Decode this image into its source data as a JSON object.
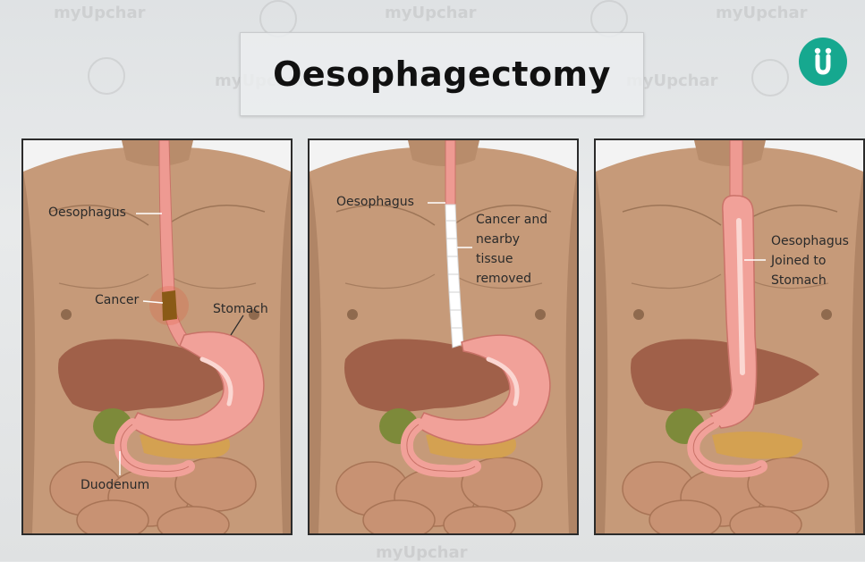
{
  "title": "Oesophagectomy",
  "watermark_text": "myUpchar",
  "colors": {
    "skin": "#c69a79",
    "skin_shadow": "#b08566",
    "liver": "#9c5b45",
    "stomach": "#f1a199",
    "stomach_highlight": "#fbd7d2",
    "oesophagus": "#ee9a92",
    "cancer": "#8a5a16",
    "removed_section": "#ffffff",
    "gallbladder": "#7d8a3a",
    "pancreas": "#d6a24a",
    "intestine": "#c69070",
    "logo": "#16a88f",
    "border": "#2b2b2b"
  },
  "panels": [
    {
      "labels": {
        "oesophagus": "Oesophagus",
        "cancer": "Cancer",
        "stomach": "Stomach",
        "duodenum": "Duodenum"
      }
    },
    {
      "labels": {
        "oesophagus": "Oesophagus",
        "removed_line1": "Cancer and",
        "removed_line2": "nearby",
        "removed_line3": "tissue",
        "removed_line4": "removed"
      }
    },
    {
      "labels": {
        "joined_line1": "Oesophagus",
        "joined_line2": "Joined to",
        "joined_line3": "Stomach"
      }
    }
  ]
}
